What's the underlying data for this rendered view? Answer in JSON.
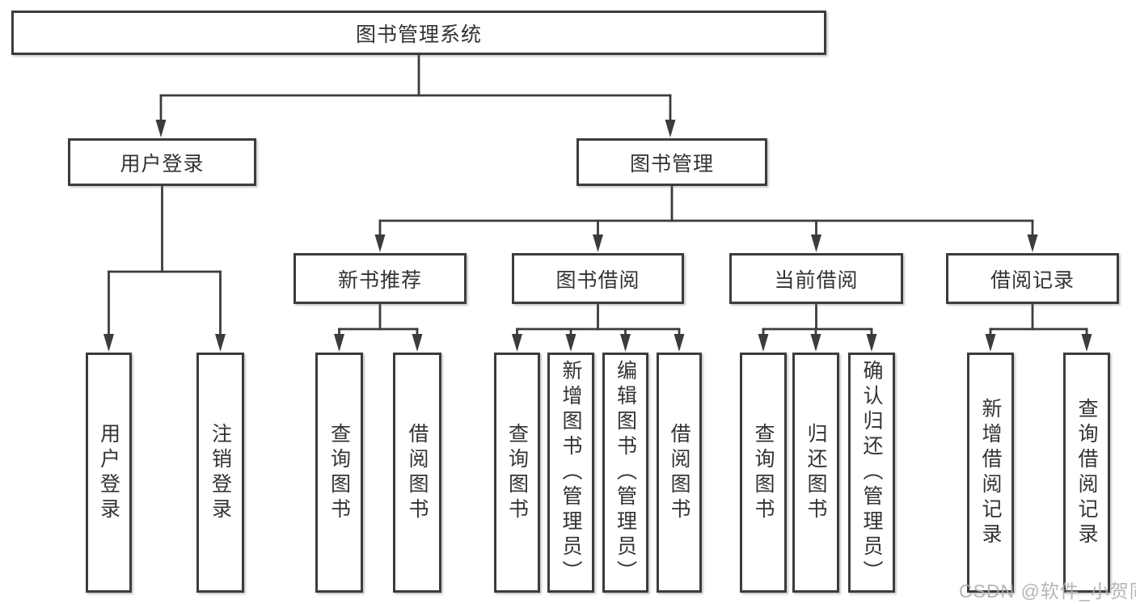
{
  "diagram": {
    "root": "图书管理系统",
    "branches": [
      {
        "label": "用户登录",
        "leaves": [
          "用户登录",
          "注销登录"
        ]
      },
      {
        "label": "图书管理",
        "groups": [
          {
            "label": "新书推荐",
            "leaves": [
              "查询图书",
              "借阅图书"
            ]
          },
          {
            "label": "图书借阅",
            "leaves": [
              "查询图书",
              "新增图书（管理员）",
              "编辑图书（管理员）",
              "借阅图书"
            ]
          },
          {
            "label": "当前借阅",
            "leaves": [
              "查询图书",
              "归还图书",
              "确认归还（管理员）"
            ]
          },
          {
            "label": "借阅记录",
            "leaves": [
              "新增借阅记录",
              "查询借阅记录"
            ]
          }
        ]
      }
    ]
  },
  "watermark": {
    "text": "CSDN @软件_小贺同学"
  },
  "colors": {
    "background": "#ffffff",
    "line": "#3c3c3c",
    "box_border": "#3c3c3c",
    "text": "#333333",
    "watermark": "#a8aeb5"
  }
}
